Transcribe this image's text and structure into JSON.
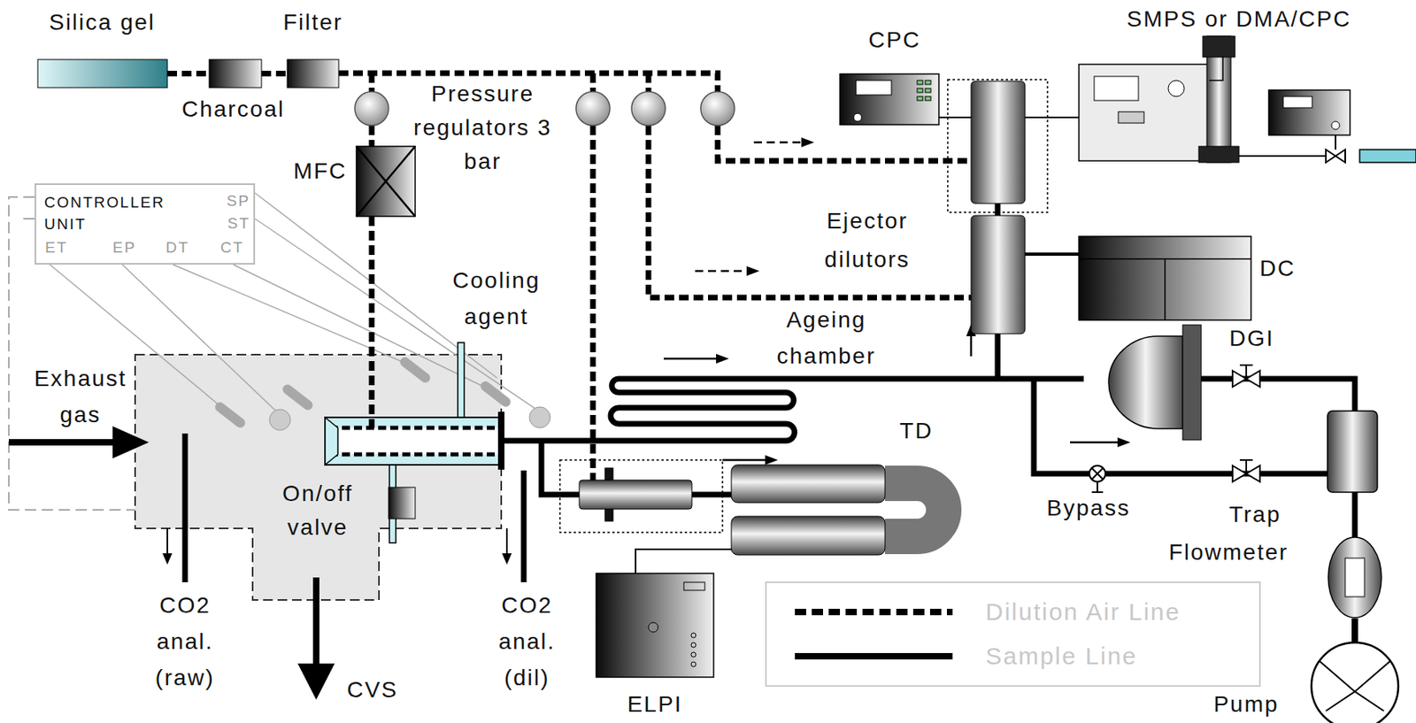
{
  "diagram": {
    "nodes": [
      {
        "text": [
          "Silica gel"
        ]
      },
      {
        "text": [
          "Charcoal"
        ]
      },
      {
        "text": [
          "Filter"
        ]
      },
      {
        "text": [
          "MFC"
        ]
      },
      {
        "text": [
          "CPC"
        ]
      },
      {
        "text": [
          "SMPS or DMA/CPC"
        ]
      },
      {
        "text": [
          "DC"
        ]
      },
      {
        "text": [
          "ELPI"
        ]
      },
      {
        "text": [
          "DGI"
        ]
      },
      {
        "text": [
          "Flowmeter"
        ]
      },
      {
        "text": [
          "Pump"
        ]
      },
      {
        "text": [
          "CONTROLLER UNIT",
          "SP",
          "ST",
          "ET",
          "EP",
          "DT",
          "CT"
        ]
      }
    ],
    "edges": [
      {
        "from": 0,
        "to": 1,
        "arrow": "none"
      },
      {
        "from": 1,
        "to": 2,
        "arrow": "none"
      },
      {
        "from": 9,
        "to": 10,
        "arrow": "none"
      }
    ],
    "labels": [
      "Pressure regulators 3 bar",
      "Ejector dilutors",
      "Cooling agent",
      "Ageing chamber",
      "TD",
      "Exhaust gas",
      "On/off valve",
      "CO2 anal. (raw)",
      "CVS",
      "CO2 anal. (dil)",
      "Bypass",
      "Trap"
    ],
    "legend": [
      {
        "text": "Dilution Air Line"
      },
      {
        "text": "Sample Line"
      }
    ]
  }
}
